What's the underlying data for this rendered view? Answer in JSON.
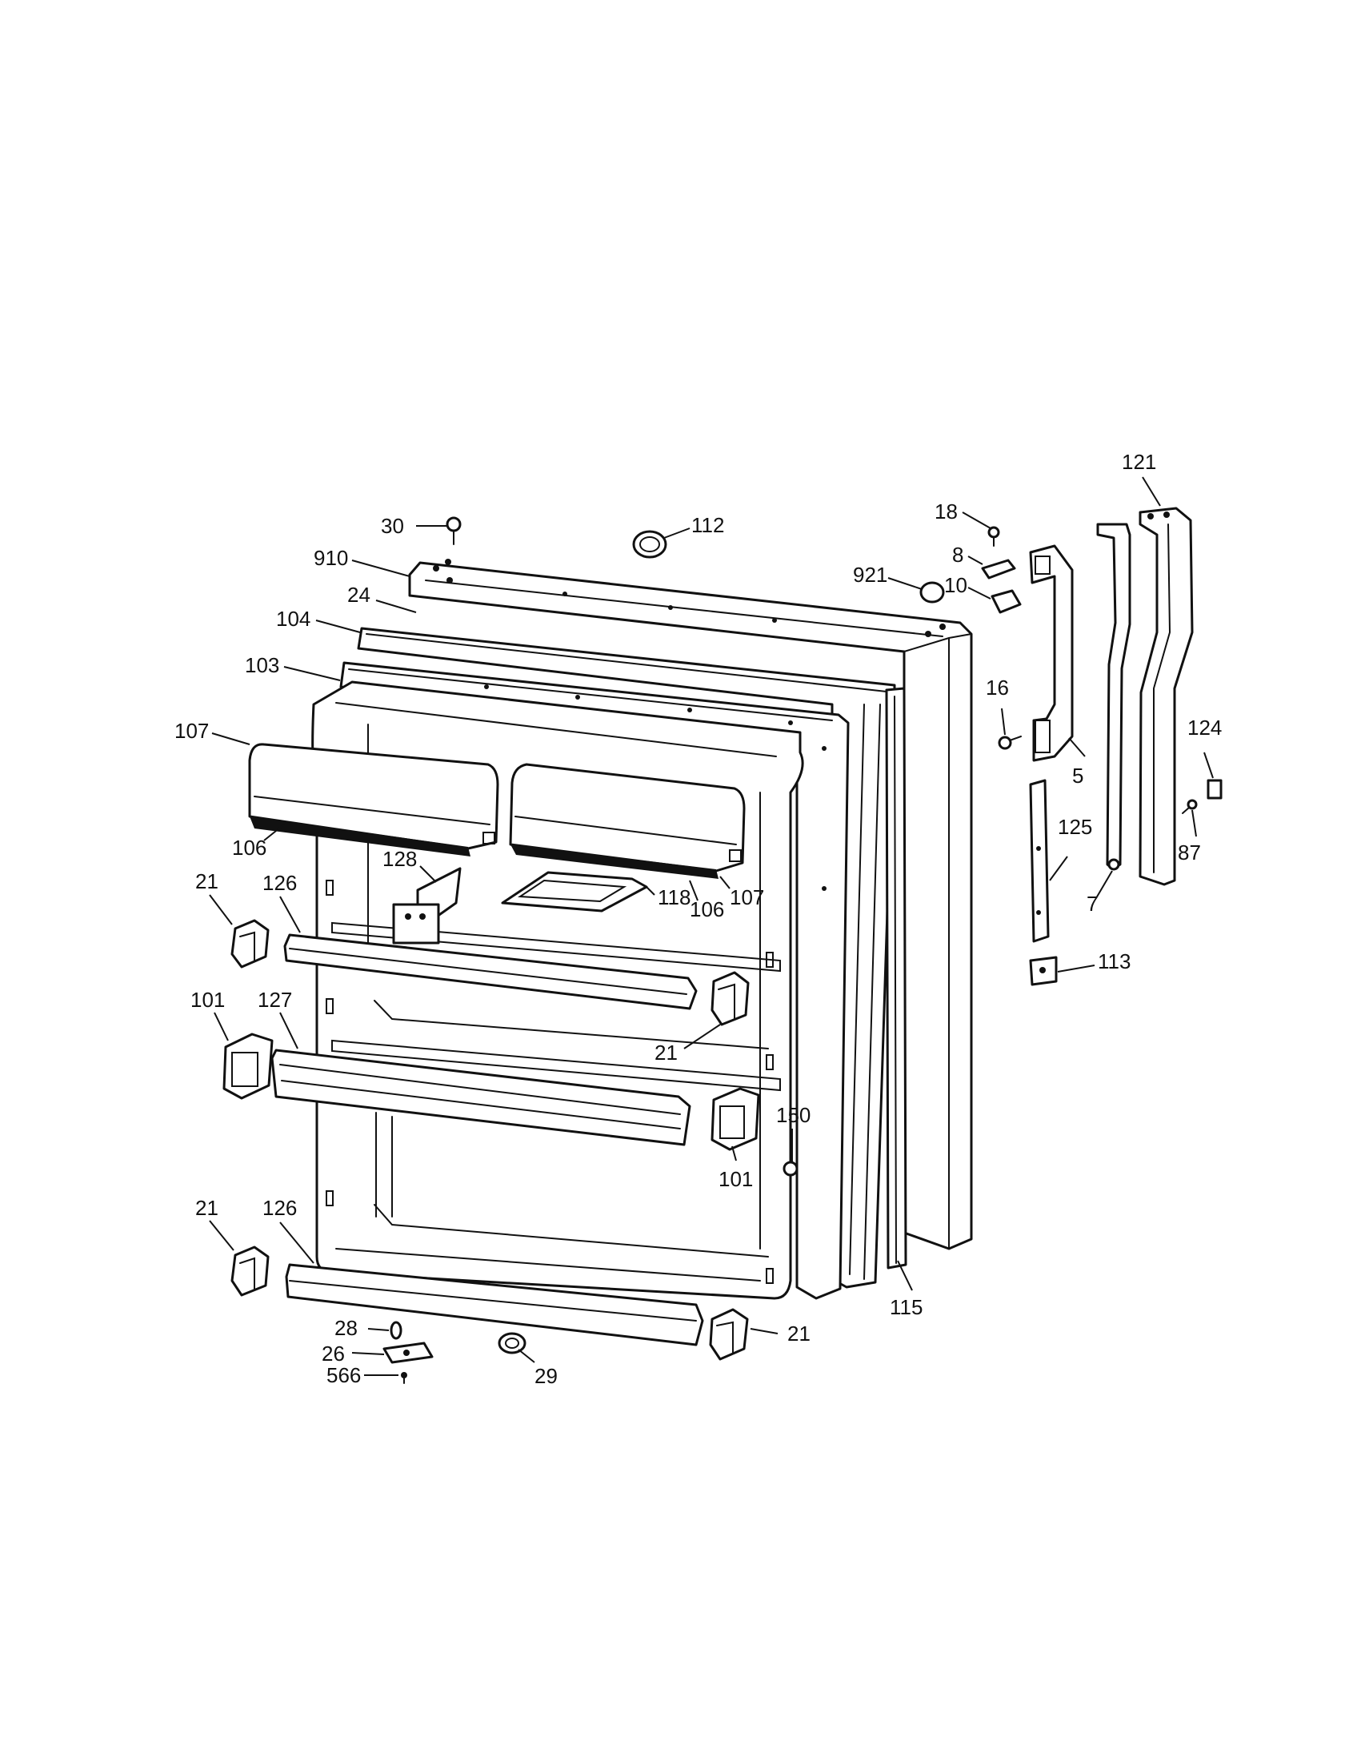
{
  "labels": {
    "p30": "30",
    "p112": "112",
    "p910": "910",
    "p24": "24",
    "p104": "104",
    "p103": "103",
    "p107a": "107",
    "p106a": "106",
    "p107b": "107",
    "p106b": "106",
    "p128": "128",
    "p118": "118",
    "p21a": "21",
    "p126a": "126",
    "p101a": "101",
    "p127": "127",
    "p21b": "21",
    "p150": "150",
    "p101b": "101",
    "p21c": "21",
    "p126b": "126",
    "p21d": "21",
    "p28": "28",
    "p26": "26",
    "p566": "566",
    "p29": "29",
    "p115": "115",
    "p18": "18",
    "p8": "8",
    "p921": "921",
    "p10": "10",
    "p16": "16",
    "p5": "5",
    "p125": "125",
    "p113": "113",
    "p7": "7",
    "p121": "121",
    "p124": "124",
    "p87": "87"
  }
}
